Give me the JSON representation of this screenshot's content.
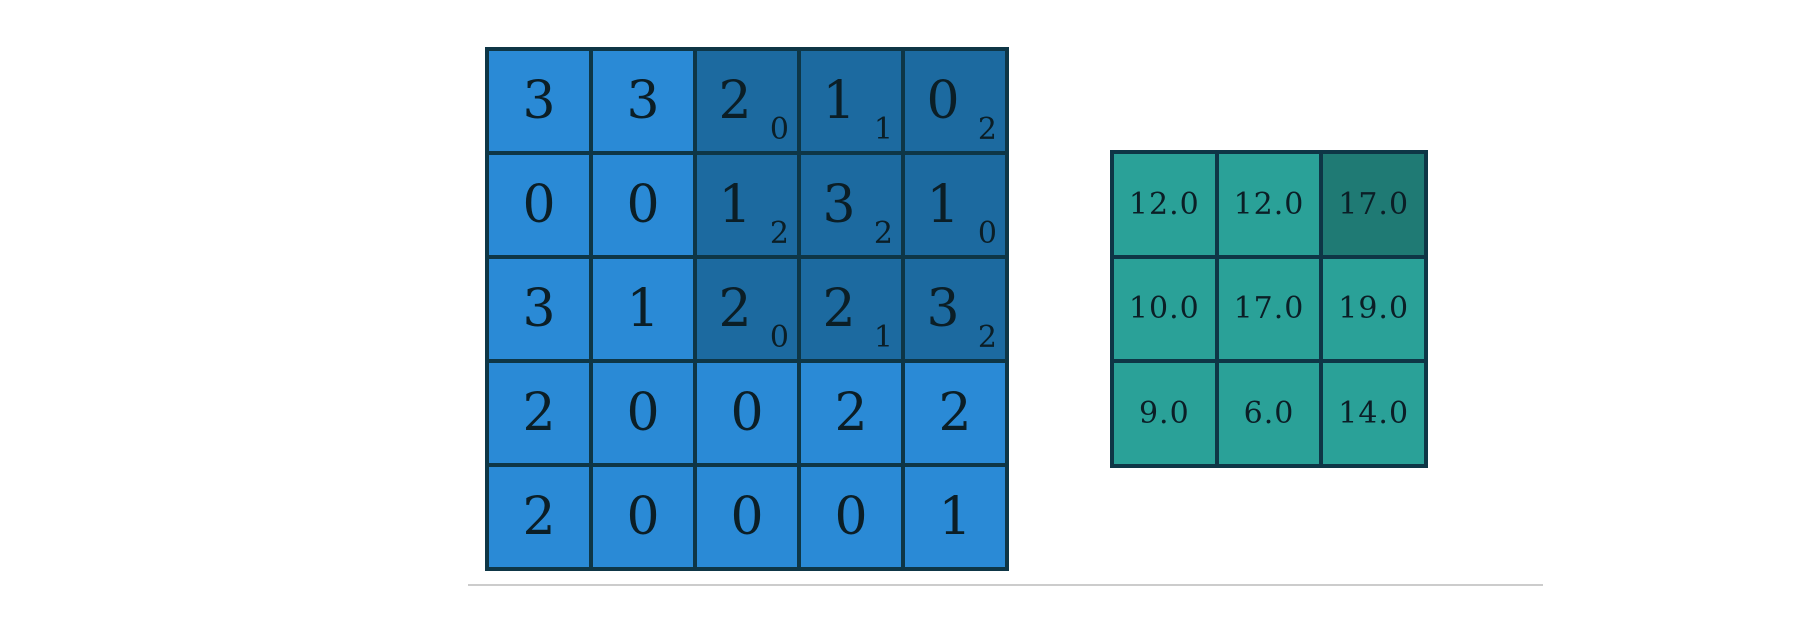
{
  "input_grid": {
    "rows": [
      [
        {
          "v": "3"
        },
        {
          "v": "3"
        },
        {
          "v": "2",
          "w": "0"
        },
        {
          "v": "1",
          "w": "1"
        },
        {
          "v": "0",
          "w": "2"
        }
      ],
      [
        {
          "v": "0"
        },
        {
          "v": "0"
        },
        {
          "v": "1",
          "w": "2"
        },
        {
          "v": "3",
          "w": "2"
        },
        {
          "v": "1",
          "w": "0"
        }
      ],
      [
        {
          "v": "3"
        },
        {
          "v": "1"
        },
        {
          "v": "2",
          "w": "0"
        },
        {
          "v": "2",
          "w": "1"
        },
        {
          "v": "3",
          "w": "2"
        }
      ],
      [
        {
          "v": "2"
        },
        {
          "v": "0"
        },
        {
          "v": "0"
        },
        {
          "v": "2"
        },
        {
          "v": "2"
        }
      ],
      [
        {
          "v": "2"
        },
        {
          "v": "0"
        },
        {
          "v": "0"
        },
        {
          "v": "0"
        },
        {
          "v": "1"
        }
      ]
    ],
    "active_region": {
      "row_start": 0,
      "row_end": 2,
      "col_start": 2,
      "col_end": 4
    }
  },
  "output_grid": {
    "rows": [
      [
        "12.0",
        "12.0",
        "17.0"
      ],
      [
        "10.0",
        "17.0",
        "19.0"
      ],
      [
        "9.0",
        "6.0",
        "14.0"
      ]
    ],
    "active_cell": {
      "row": 0,
      "col": 2
    }
  },
  "colors": {
    "input_cell": "#2a8ad6",
    "input_active": "#1c6aa0",
    "output_cell": "#2aa198",
    "output_active": "#1f7a74",
    "border": "#0e3646"
  }
}
